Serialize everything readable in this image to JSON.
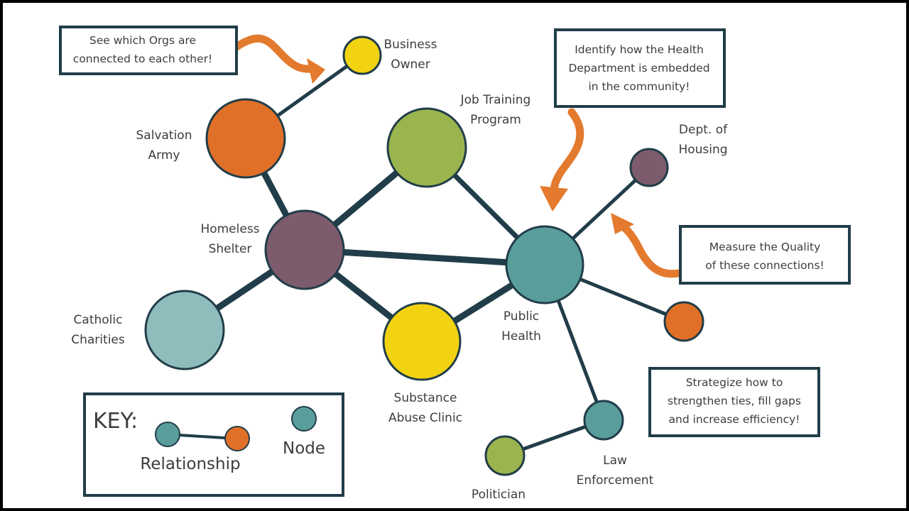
{
  "colors": {
    "edge": "#213d49",
    "orange": "#e07027",
    "yellow": "#f2d312",
    "green": "#9bb54e",
    "purple": "#7c5b6c",
    "teal": "#5a9e9b",
    "light_teal": "#8fbdbc",
    "arrow": "#e37a2e"
  },
  "nodes": [
    {
      "id": "business-owner",
      "label": [
        "Business",
        "Owner"
      ],
      "color": "yellow"
    },
    {
      "id": "salvation-army",
      "label": [
        "Salvation",
        "Army"
      ],
      "color": "orange"
    },
    {
      "id": "job-training",
      "label": [
        "Job Training",
        "Program"
      ],
      "color": "green"
    },
    {
      "id": "dept-housing",
      "label": [
        "Dept. of",
        "Housing"
      ],
      "color": "purple"
    },
    {
      "id": "homeless-shelter",
      "label": [
        "Homeless",
        "Shelter"
      ],
      "color": "purple"
    },
    {
      "id": "public-health",
      "label": [
        "Public",
        "Health"
      ],
      "color": "teal"
    },
    {
      "id": "catholic-charities",
      "label": [
        "Catholic",
        "Charities"
      ],
      "color": "light_teal"
    },
    {
      "id": "substance-abuse",
      "label": [
        "Substance",
        "Abuse Clinic"
      ],
      "color": "yellow"
    },
    {
      "id": "unlabeled-orange",
      "label": [],
      "color": "orange"
    },
    {
      "id": "law-enforcement",
      "label": [
        "Law",
        "Enforcement"
      ],
      "color": "teal"
    },
    {
      "id": "politician",
      "label": [
        "Politician"
      ],
      "color": "green"
    }
  ],
  "edges": [
    {
      "from": "business-owner",
      "to": "salvation-army",
      "strength": "weak"
    },
    {
      "from": "salvation-army",
      "to": "homeless-shelter",
      "strength": "strong"
    },
    {
      "from": "homeless-shelter",
      "to": "job-training",
      "strength": "strong"
    },
    {
      "from": "homeless-shelter",
      "to": "public-health",
      "strength": "strong"
    },
    {
      "from": "homeless-shelter",
      "to": "catholic-charities",
      "strength": "strong"
    },
    {
      "from": "homeless-shelter",
      "to": "substance-abuse",
      "strength": "strong"
    },
    {
      "from": "job-training",
      "to": "public-health",
      "strength": "medium"
    },
    {
      "from": "substance-abuse",
      "to": "public-health",
      "strength": "strong"
    },
    {
      "from": "public-health",
      "to": "dept-housing",
      "strength": "weak"
    },
    {
      "from": "public-health",
      "to": "unlabeled-orange",
      "strength": "weak"
    },
    {
      "from": "public-health",
      "to": "law-enforcement",
      "strength": "weak"
    },
    {
      "from": "law-enforcement",
      "to": "politician",
      "strength": "weak"
    }
  ],
  "callouts": [
    {
      "id": "orgs",
      "lines": [
        "See which Orgs are",
        "connected to each other!"
      ]
    },
    {
      "id": "health-dept",
      "lines": [
        "Identify how the Health",
        "Department is embedded",
        "in the community!"
      ]
    },
    {
      "id": "quality",
      "lines": [
        "Measure the Quality",
        "of these connections!"
      ]
    },
    {
      "id": "strategize",
      "lines": [
        "Strategize how to",
        "strengthen ties, fill gaps",
        "and increase efficiency!"
      ]
    }
  ],
  "key": {
    "title": "KEY:",
    "relationship_label": "Relationship",
    "node_label": "Node"
  }
}
